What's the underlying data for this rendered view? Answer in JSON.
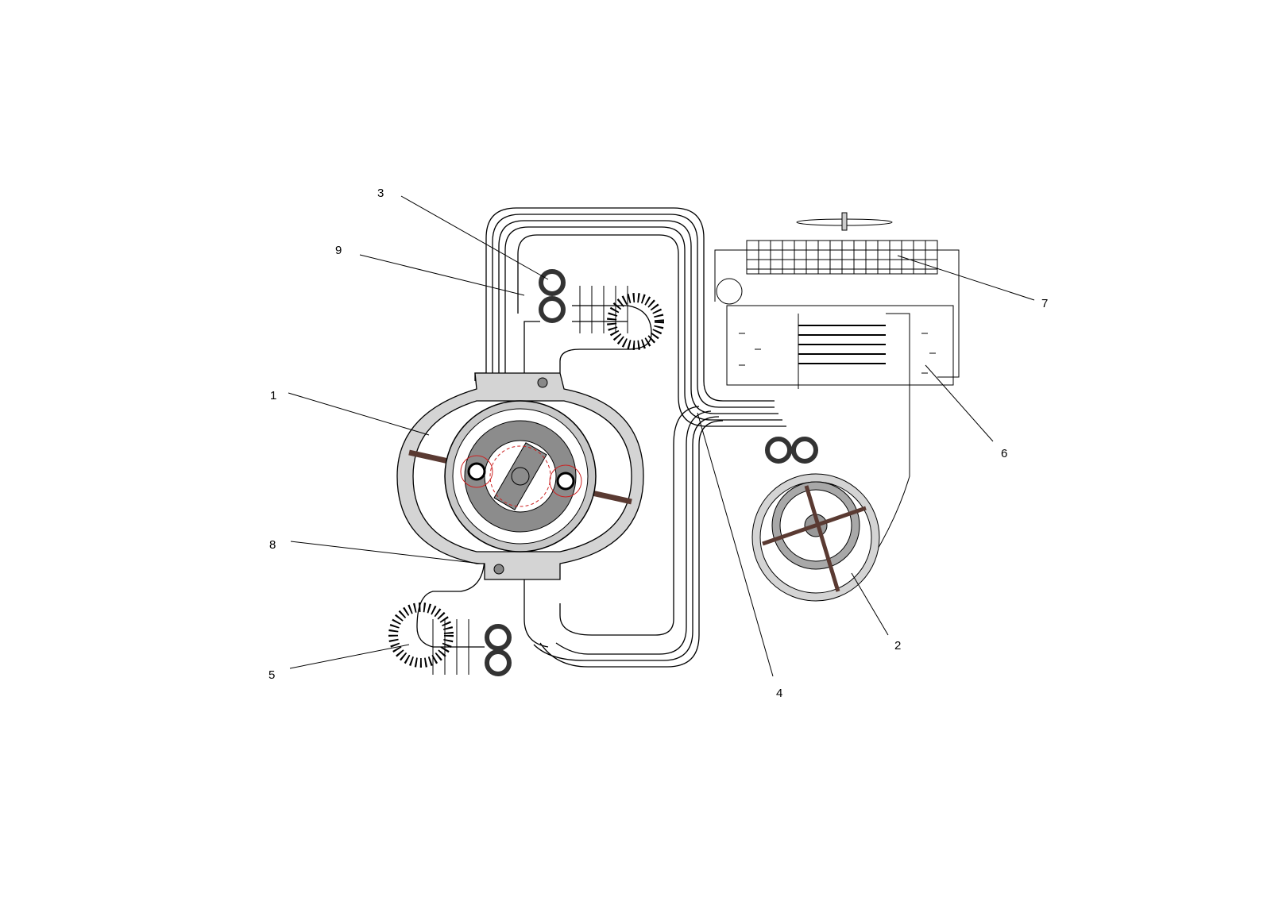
{
  "labels": [
    {
      "id": "1",
      "text": "1"
    },
    {
      "id": "2",
      "text": "2"
    },
    {
      "id": "3",
      "text": "3"
    },
    {
      "id": "4",
      "text": "4"
    },
    {
      "id": "5",
      "text": "5"
    },
    {
      "id": "6",
      "text": "6"
    },
    {
      "id": "7",
      "text": "7"
    },
    {
      "id": "8",
      "text": "8"
    },
    {
      "id": "9",
      "text": "9"
    }
  ],
  "colors": {
    "housing": "#d4d4d4",
    "rotor": "#8c8c8c",
    "rod": "#5a3a32",
    "highlight": "#cc2222",
    "line": "#000000"
  }
}
